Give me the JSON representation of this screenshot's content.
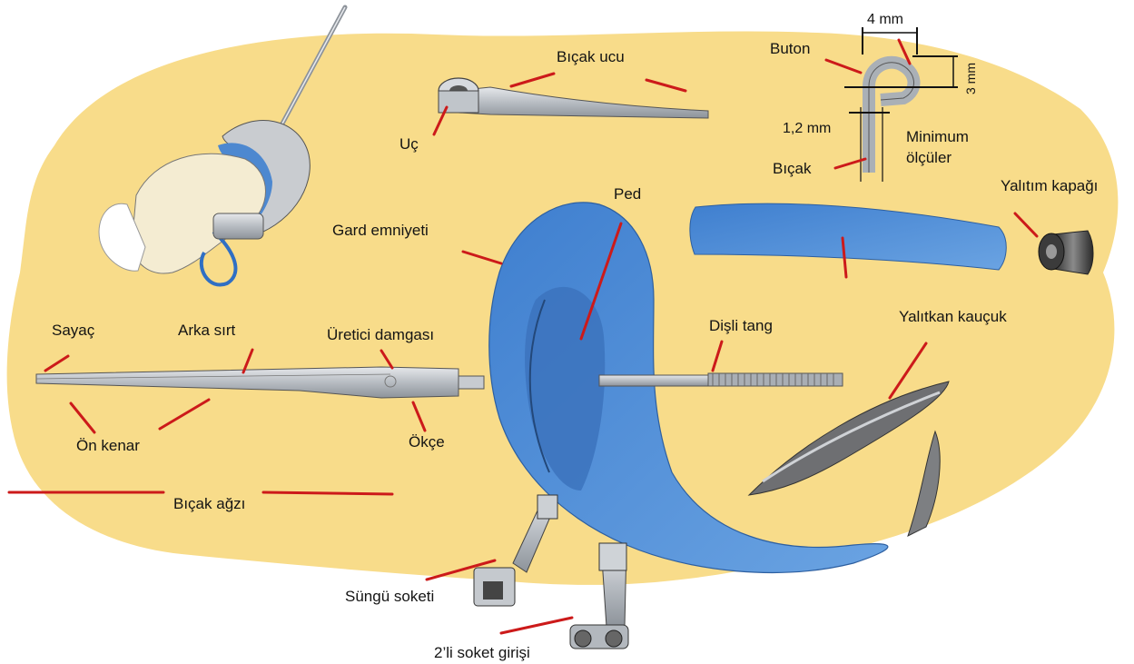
{
  "labels": {
    "bicak_ucu": "Bıçak ucu",
    "uc": "Uç",
    "buton": "Buton",
    "dim_4mm": "4 mm",
    "dim_3mm": "3 mm",
    "dim_12mm": "1,2 mm",
    "minimum_olculer": "Minimum ölçüler",
    "bicak": "Bıçak",
    "yalitim_kapagi": "Yalıtım kapağı",
    "ped": "Ped",
    "gard_emniyeti": "Gard emniyeti",
    "sayac": "Sayaç",
    "arka_sirt": "Arka sırt",
    "uretici_damgasi": "Üretici damgası",
    "disli_tang": "Dişli tang",
    "yalitkan_kaucuk": "Yalıtkan kauçuk",
    "on_kenar": "Ön kenar",
    "okce": "Ökçe",
    "bicak_agzi": "Bıçak ağzı",
    "sungu_soketi": "Süngü soketi",
    "ikili_soket_girisi": "2’li soket girişi"
  },
  "colors": {
    "background_blob": "#f8dc8a",
    "guard_blue": "#5b95d8",
    "leader_line": "#cc1a1a",
    "steel": "#b9bec4",
    "dimension_line": "#111111"
  }
}
